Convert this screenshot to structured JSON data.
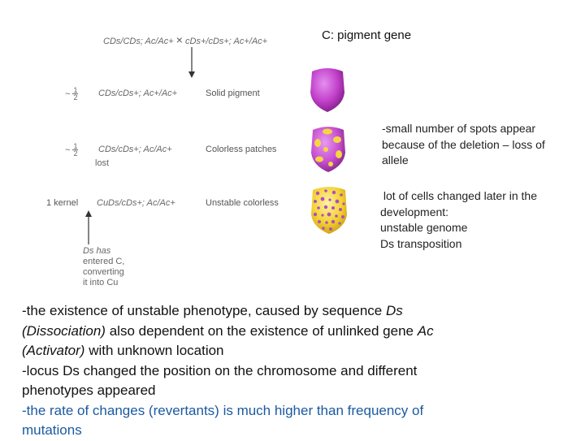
{
  "cross": {
    "left": "CDs/CDs; Ac/Ac+",
    "symbol": "×",
    "right": "cDs+/cDs+; Ac+/Ac+"
  },
  "heading": "C: pigment gene",
  "rows": [
    {
      "fraction_num": "1",
      "fraction_den": "2",
      "fraction_prefix": "~",
      "genotype": "CDs/cDs+; Ac+/Ac+",
      "phenotype": "Solid pigment",
      "kernel_color": "#c03ec8"
    },
    {
      "fraction_num": "1",
      "fraction_den": "2",
      "fraction_prefix": "~",
      "genotype": "CDs/cDs+; Ac/Ac+",
      "phenotype": "Colorless patches",
      "lost_label": "lost",
      "kernel_color": "#c84fd0"
    },
    {
      "count_label": "1 kernel",
      "genotype": "CuDs/cDs+; Ac/Ac+",
      "phenotype": "Unstable colorless",
      "kernel_color": "#f2d230"
    }
  ],
  "notes": {
    "row2": [
      "-small number of spots appear",
      "because of the deletion – loss of",
      "allele"
    ],
    "row3": [
      " lot of cells changed later in the",
      "development:",
      "unstable genome",
      "Ds transposition"
    ]
  },
  "ds_caption": [
    "Ds has",
    "entered C,",
    "converting",
    "it into Cu"
  ],
  "bottom": {
    "line1_pre": "-the existence of unstable phenotype, caused by sequence ",
    "line1_ital": "Ds",
    "line2_ital": "(Dissociation)",
    "line2_rest": " also dependent on the existence of unlinked gene ",
    "line2_ital2": "Ac",
    "line3_ital": "(Activator)",
    "line3_rest": " with unknown location",
    "line4": "-locus Ds changed the position on the chromosome and different",
    "line5": "phenotypes appeared",
    "line6": "-the rate of changes (revertants) is much higher than frequency of",
    "line7": "mutations"
  },
  "colors": {
    "blue_text": "#1b5aa0",
    "kernel_purple": "#b53bc4",
    "kernel_yellow": "#f2d230",
    "spot_yellow": "#f5d640",
    "spot_purple": "#b04fb8"
  }
}
